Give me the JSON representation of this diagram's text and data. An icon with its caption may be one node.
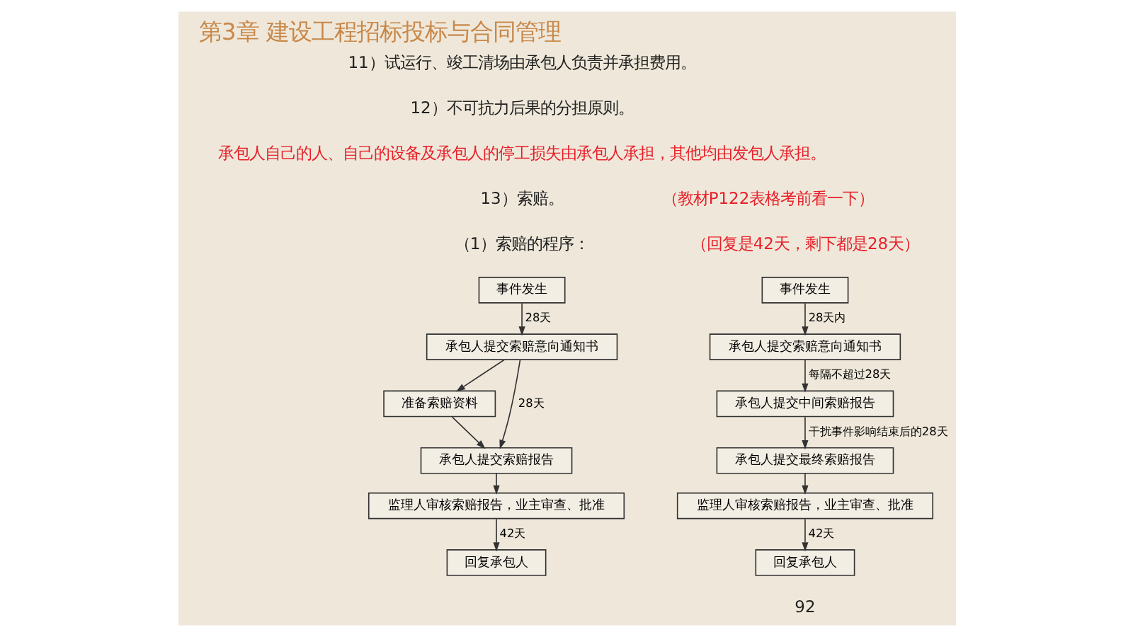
{
  "diagram": {
    "title": "第3章 建设工程招标投标与合同管理",
    "nodes": [
      {
        "text": [
          "事件发生"
        ]
      },
      {
        "text": [
          "承包人提交索赔意向通知书"
        ]
      },
      {
        "text": [
          "准备索赔资料"
        ]
      },
      {
        "text": [
          "承包人提交索赔报告"
        ]
      },
      {
        "text": [
          "监理人审核索赔报告，业主审查、批准"
        ]
      },
      {
        "text": [
          "回复承包人"
        ]
      },
      {
        "text": [
          "事件发生"
        ]
      },
      {
        "text": [
          "承包人提交索赔意向通知书"
        ]
      },
      {
        "text": [
          "承包人提交中间索赔报告"
        ]
      },
      {
        "text": [
          "承包人提交最终索赔报告"
        ]
      },
      {
        "text": [
          "监理人审核索赔报告，业主审查、批准"
        ]
      },
      {
        "text": [
          "回复承包人"
        ]
      }
    ],
    "edges": [
      {
        "from": 0,
        "to": 1,
        "arrow": "to",
        "label": "28天"
      },
      {
        "from": 1,
        "to": 2,
        "arrow": "to"
      },
      {
        "from": 1,
        "to": 3,
        "arrow": "to",
        "label": "28天"
      },
      {
        "from": 2,
        "to": 3,
        "arrow": "to"
      },
      {
        "from": 3,
        "to": 4,
        "arrow": "to"
      },
      {
        "from": 4,
        "to": 5,
        "arrow": "to",
        "label": "42天"
      },
      {
        "from": 6,
        "to": 7,
        "arrow": "to",
        "label": "28天内"
      },
      {
        "from": 7,
        "to": 8,
        "arrow": "to",
        "label": "每隔不超过28天"
      },
      {
        "from": 8,
        "to": 9,
        "arrow": "to",
        "label": "干扰事件影响结束后的28天"
      },
      {
        "from": 9,
        "to": 10,
        "arrow": "to"
      },
      {
        "from": 10,
        "to": 11,
        "arrow": "to",
        "label": "42天"
      }
    ],
    "labels": [
      "11）试运行、竣工清场由承包人负责并承担费用。",
      "12）不可抗力后果的分担原则。",
      "承包人自己的人、自己的设备及承包人的停工损失由承包人承担，其他均由发包人承担。",
      "13）索赔。",
      "（教材P122表格考前看一下）",
      "（1）索赔的程序：",
      "（回复是42天，剩下都是28天）",
      "92"
    ]
  }
}
